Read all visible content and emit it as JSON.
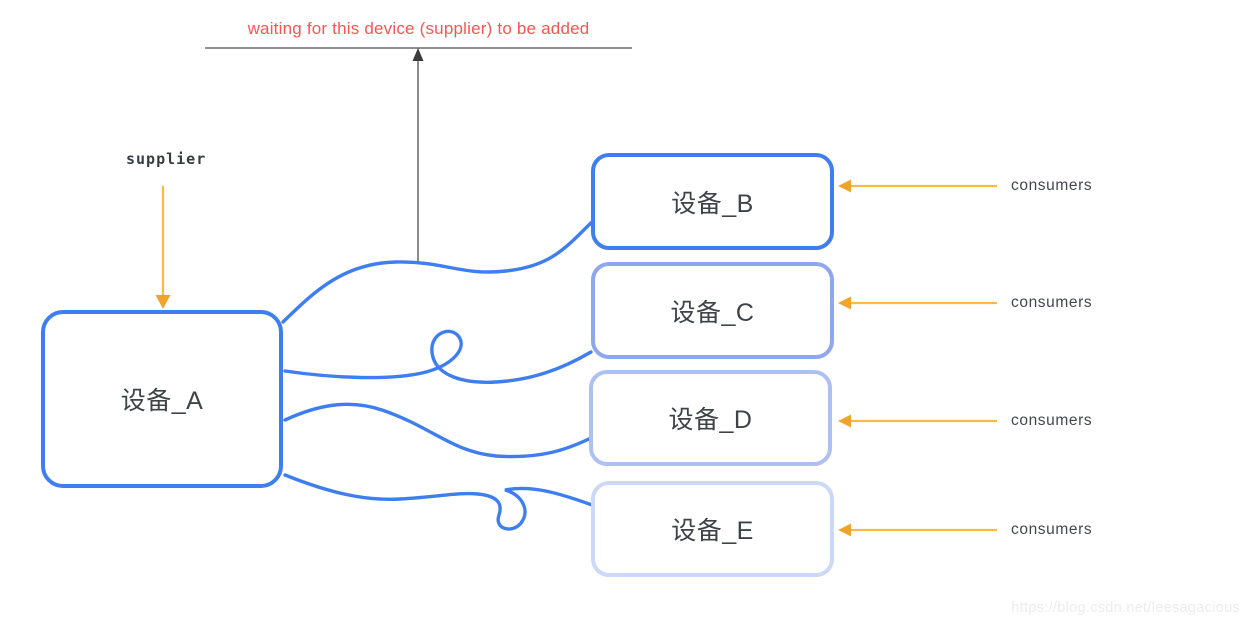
{
  "note": {
    "text": "waiting for this device (supplier) to be added"
  },
  "supplier_pointer": {
    "label": "supplier"
  },
  "devices": {
    "supplier": {
      "label": "设备_A",
      "border_color": "#3e7ef0"
    },
    "consumers": [
      {
        "label": "设备_B",
        "border_color": "#3e7ef0"
      },
      {
        "label": "设备_C",
        "border_color": "#8ea7ed"
      },
      {
        "label": "设备_D",
        "border_color": "#aebff2"
      },
      {
        "label": "设备_E",
        "border_color": "#ccd8f8"
      }
    ]
  },
  "consumer_pointers": [
    {
      "label": "consumers"
    },
    {
      "label": "consumers"
    },
    {
      "label": "consumers"
    },
    {
      "label": "consumers"
    }
  ],
  "watermark": {
    "text": "https://blog.csdn.net/leesagacious"
  },
  "colors": {
    "connector_blue": "#3e7ef0",
    "arrow_yellow_line": "#f9bb45",
    "arrowhead_orange": "#f0a42e",
    "note_red": "#f95550",
    "rule_gray": "#4a4a4a",
    "pointer_gray": "#6e6e6e",
    "device_text": "#3e4347",
    "watermark_gray": "#ececec"
  }
}
